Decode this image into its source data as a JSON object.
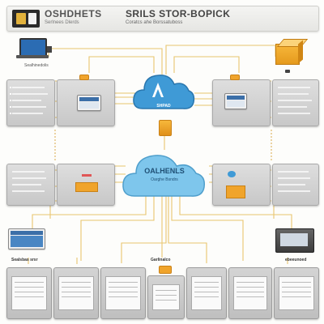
{
  "header": {
    "title_left": "OSHDHETS",
    "subtitle_left": "Serlnees Dlerds",
    "title_right": "SRILS STOR-BOPICK",
    "subtitle_right": "Coratcs ahe Borssatuboss"
  },
  "nodes": {
    "device_top_left_label": "Sealhinedolis",
    "cloud_top_label": "SHPAD",
    "cloud_middle_label": "OALHENLS",
    "cloud_middle_sub": "Oarghe Bsndrs",
    "bottom_labels": [
      "Sealsbas srsr",
      "Garlinalco",
      "ebeeunoed"
    ]
  },
  "icons": {
    "logo": "app-logo-icon",
    "laptop": "laptop-icon",
    "box": "package-box-icon",
    "cloud": "cloud-icon",
    "key": "key-icon",
    "database": "database-icon"
  },
  "colors": {
    "cloud_top": "#3f9ad6",
    "cloud_middle": "#7ec6ec",
    "wire": "#e8c56e",
    "accent_orange": "#f0a42b",
    "panel_gray": "#c8c8c8"
  }
}
